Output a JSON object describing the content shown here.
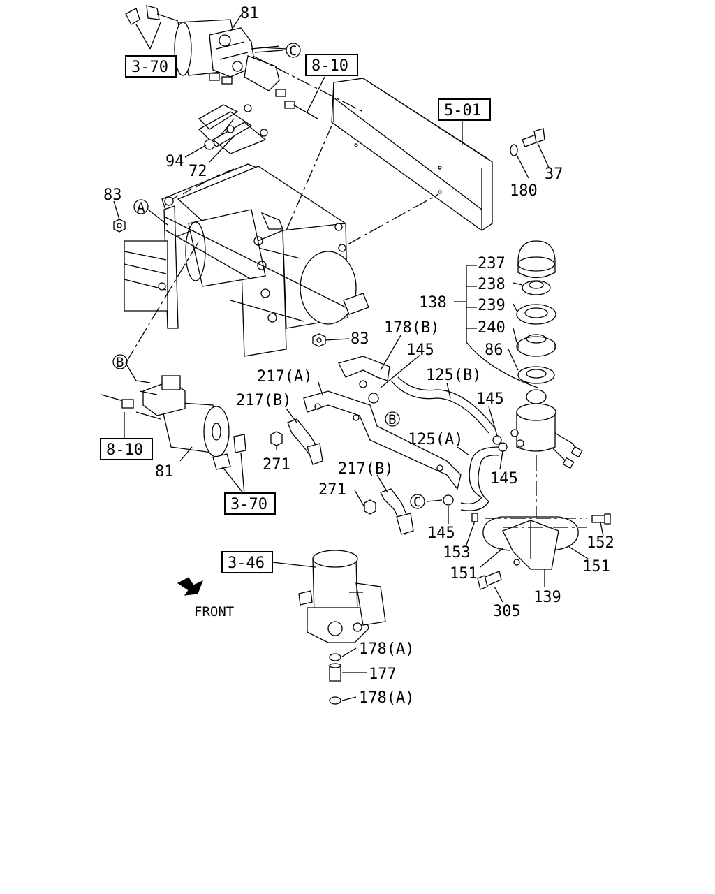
{
  "callouts": {
    "c81_top": "81",
    "c94": "94",
    "c72": "72",
    "c83_left": "83",
    "c83_mid": "83",
    "c37": "37",
    "c180": "180",
    "c237": "237",
    "c238": "238",
    "c239": "239",
    "c240": "240",
    "c86": "86",
    "c138": "138",
    "c178b": "178(B)",
    "c145_top": "145",
    "c217a": "217(A)",
    "c217b_top": "217(B)",
    "c125b": "125(B)",
    "c145_r1": "145",
    "c125a": "125(A)",
    "c145_r2": "145",
    "c271_left": "271",
    "c81_bottom": "81",
    "c217b_bot": "217(B)",
    "c271_bot": "271",
    "c145_bot": "145",
    "c153": "153",
    "c152": "152",
    "c151_left": "151",
    "c151_right": "151",
    "c139": "139",
    "c305": "305",
    "c178a_top": "178(A)",
    "c177": "177",
    "c178a_bot": "178(A)"
  },
  "references": {
    "ref_3_70_top": "3-70",
    "ref_8_10_top": "8-10",
    "ref_5_01": "5-01",
    "ref_8_10_left": "8-10",
    "ref_3_70_bottom": "3-70",
    "ref_3_46": "3-46"
  },
  "markers": {
    "A": "A",
    "B": "B",
    "C": "C"
  },
  "direction": {
    "front_label": "FRONT"
  }
}
